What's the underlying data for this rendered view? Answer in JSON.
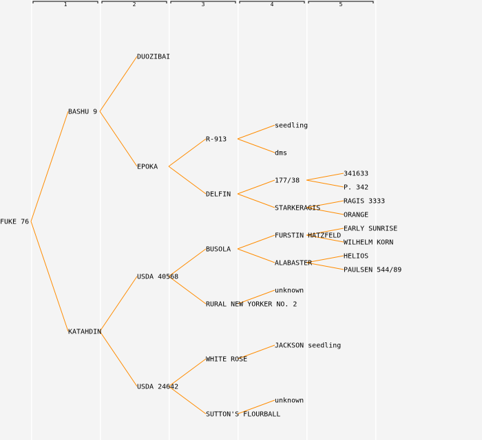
{
  "generations": [
    "1",
    "2",
    "3",
    "4",
    "5"
  ],
  "colors": {
    "line": "#ff8c00",
    "highlight": "#0000ff",
    "text": "#000000",
    "separator": "#ffffff"
  },
  "tree": {
    "name": "FUKE 76",
    "children": [
      {
        "name": "BASHU 9",
        "children": [
          {
            "name": "DUOZIBAI"
          },
          {
            "name": "EPOKA",
            "children": [
              {
                "name": "R-913",
                "children": [
                  {
                    "name": "seedling"
                  },
                  {
                    "name": "dms"
                  }
                ]
              },
              {
                "name": "DELFIN",
                "children": [
                  {
                    "name": "177/38",
                    "children": [
                      {
                        "name": "341633"
                      },
                      {
                        "name": "P. 342"
                      }
                    ]
                  },
                  {
                    "name": "STARKERAGIS",
                    "children": [
                      {
                        "name": "RAGIS 3333"
                      },
                      {
                        "name": "ORANGE"
                      }
                    ]
                  }
                ]
              }
            ]
          }
        ]
      },
      {
        "name": "KATAHDIN",
        "children": [
          {
            "name": "USDA 40568",
            "children": [
              {
                "name": "BUSOLA",
                "children": [
                  {
                    "name": "FURSTIN HATZFELD",
                    "children": [
                      {
                        "name": "EARLY SUNRISE"
                      },
                      {
                        "name": "WILHELM KORN"
                      }
                    ]
                  },
                  {
                    "name": "ALABASTER",
                    "children": [
                      {
                        "name": "HELIOS"
                      },
                      {
                        "name": "PAULSEN 544/89"
                      }
                    ]
                  }
                ]
              },
              {
                "name": "RURAL NEW YORKER NO. 2",
                "children": [
                  {
                    "name": "unknown"
                  }
                ]
              }
            ]
          },
          {
            "name": "USDA 24642",
            "children": [
              {
                "name": "WHITE ROSE",
                "highlight": true,
                "children": [
                  {
                    "name": "JACKSON seedling"
                  }
                ]
              },
              {
                "name": "SUTTON'S FLOURBALL",
                "children": [
                  {
                    "name": "unknown"
                  }
                ]
              }
            ]
          }
        ]
      }
    ]
  }
}
